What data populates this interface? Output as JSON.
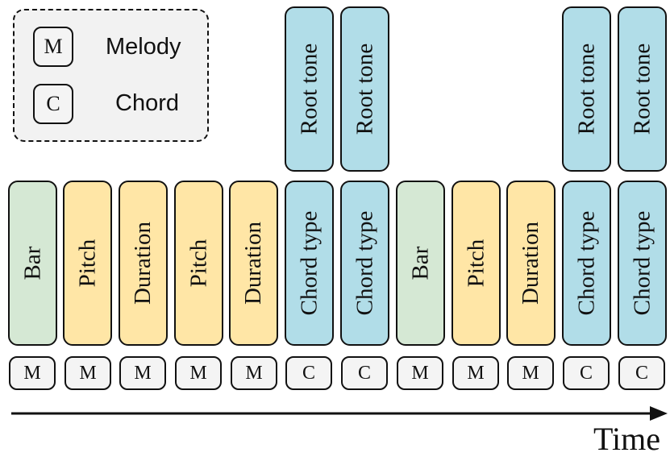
{
  "legend": {
    "melody": {
      "tag": "M",
      "label": "Melody"
    },
    "chord": {
      "tag": "C",
      "label": "Chord"
    }
  },
  "upper_tokens": [
    "Root tone",
    "Root tone",
    "Root tone",
    "Root tone"
  ],
  "tokens": [
    "Bar",
    "Pitch",
    "Duration",
    "Pitch",
    "Duration",
    "Chord type",
    "Chord type",
    "Bar",
    "Pitch",
    "Duration",
    "Chord type",
    "Chord type"
  ],
  "tags": [
    "M",
    "M",
    "M",
    "M",
    "M",
    "C",
    "C",
    "M",
    "M",
    "M",
    "C",
    "C"
  ],
  "axis_label": "Time",
  "colors": {
    "bar": "#d5e8d4",
    "melody": "#ffe6a6",
    "chord": "#b1dde8",
    "tag": "#f4f4f4"
  }
}
